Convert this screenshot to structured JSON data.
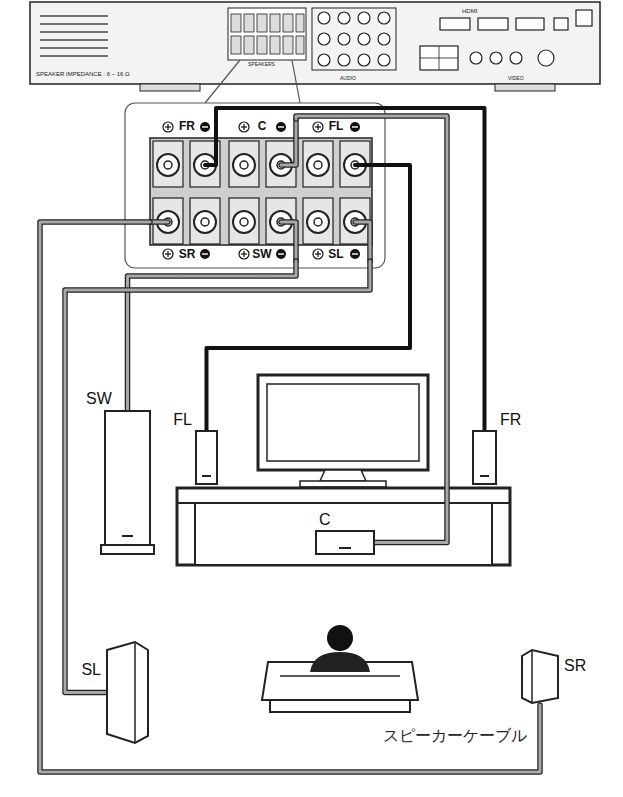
{
  "diagram": {
    "nodes": [
      {
        "text": [
          "FR"
        ]
      },
      {
        "text": [
          "C"
        ]
      },
      {
        "text": [
          "FL"
        ]
      },
      {
        "text": [
          "SR"
        ]
      },
      {
        "text": [
          "SW"
        ]
      },
      {
        "text": [
          "SL"
        ]
      },
      {
        "text": [
          "SW"
        ]
      },
      {
        "text": [
          "FL"
        ]
      },
      {
        "text": [
          "FR"
        ]
      },
      {
        "text": [
          "C"
        ]
      },
      {
        "text": [
          "SL"
        ]
      },
      {
        "text": [
          "SR"
        ]
      }
    ],
    "edges": [
      {
        "from": 0,
        "to": 8,
        "arrow": "none"
      },
      {
        "from": 1,
        "to": 9,
        "arrow": "none"
      },
      {
        "from": 2,
        "to": 7,
        "arrow": "none"
      },
      {
        "from": 3,
        "to": 11,
        "arrow": "none"
      },
      {
        "from": 4,
        "to": 6,
        "arrow": "none"
      },
      {
        "from": 5,
        "to": 10,
        "arrow": "none"
      }
    ],
    "labels": [
      "SPEAKER IMPEDANCE : 6 – 16 Ω",
      "SPEAKERS",
      "AUDIO",
      "HDMI",
      "VIDEO",
      "スピーカーケーブル"
    ]
  }
}
